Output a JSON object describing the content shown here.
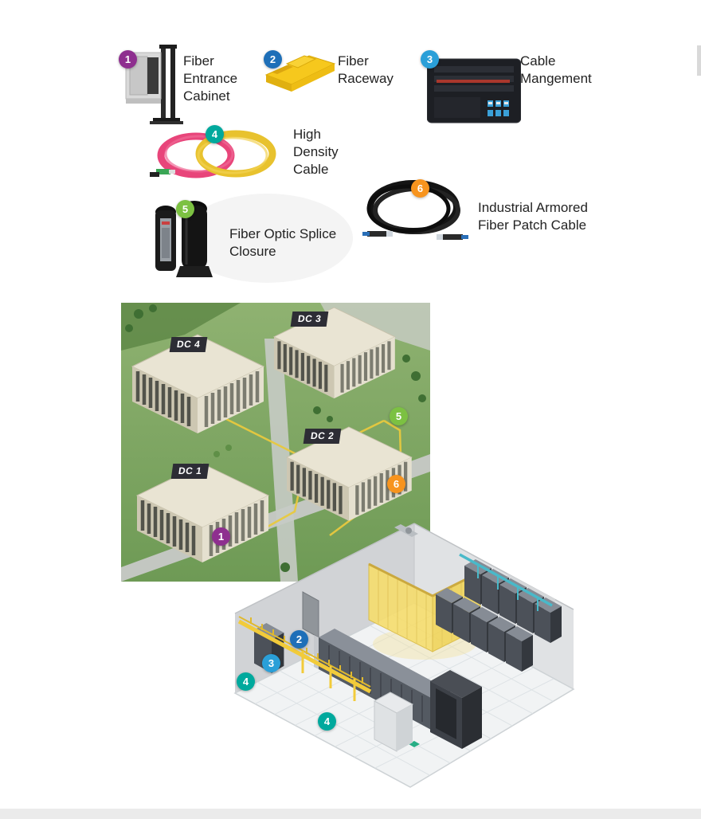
{
  "products": [
    {
      "num": "1",
      "color": "#8e2f8f",
      "name": "Fiber Entrance Cabinet"
    },
    {
      "num": "2",
      "color": "#1e6fb8",
      "name": "Fiber Raceway"
    },
    {
      "num": "3",
      "color": "#2a9fd8",
      "name": "Cable Mangement"
    },
    {
      "num": "4",
      "color": "#00a99d",
      "name": "High Density Cable"
    },
    {
      "num": "5",
      "color": "#7cc142",
      "name": "Fiber Optic Splice Closure"
    },
    {
      "num": "6",
      "color": "#f7941e",
      "name": "Industrial Armored Fiber Patch Cable"
    }
  ],
  "campus": {
    "building_labels": [
      "DC 4",
      "DC 3",
      "DC 2",
      "DC 1"
    ],
    "markers": [
      {
        "num": "5",
        "color": "#7cc142"
      },
      {
        "num": "6",
        "color": "#f7941e"
      },
      {
        "num": "1",
        "color": "#8e2f8f"
      }
    ]
  },
  "interior": {
    "markers": [
      {
        "num": "2",
        "color": "#1e6fb8"
      },
      {
        "num": "3",
        "color": "#2a9fd8"
      },
      {
        "num": "4",
        "color": "#00a99d"
      },
      {
        "num": "4",
        "color": "#00a99d"
      }
    ]
  }
}
